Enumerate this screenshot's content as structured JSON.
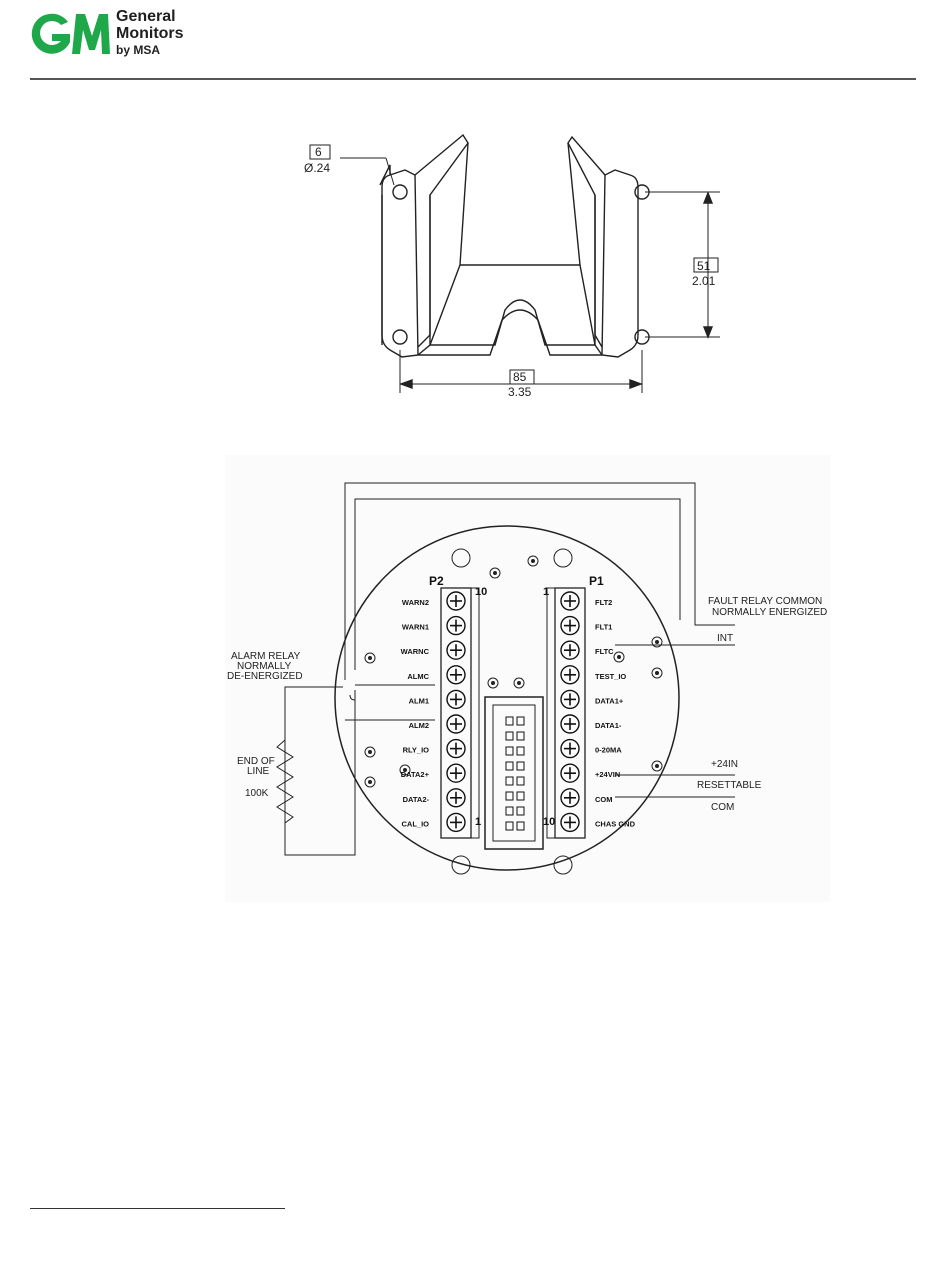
{
  "header": {
    "logo_mark": "GM",
    "brand_line1": "General",
    "brand_line2": "Monitors",
    "brand_line3": "by MSA",
    "brand_color": "#1fa84a"
  },
  "mounting_drawing": {
    "hole_dim_mm": "6",
    "hole_dim_in": "Ø.24",
    "vertical_dim_mm": "51",
    "vertical_dim_in": "2.01",
    "horizontal_dim_mm": "85",
    "horizontal_dim_in": "3.35"
  },
  "wiring": {
    "p2_label": "P2",
    "p1_label": "P1",
    "p2_pin_top": "10",
    "p2_pin_bottom": "1",
    "p1_pin_top": "1",
    "p1_pin_bottom": "10",
    "p2_terminals": [
      "WARN2",
      "WARN1",
      "WARNC",
      "ALMC",
      "ALM1",
      "ALM2",
      "RLY_IO",
      "DATA2+",
      "DATA2-",
      "CAL_IO"
    ],
    "p1_terminals": [
      "FLT2",
      "FLT1",
      "FLTC",
      "TEST_IO",
      "DATA1+",
      "DATA1-",
      "0-20MA",
      "+24VIN",
      "COM",
      "CHAS GND"
    ],
    "fault_relay_line1": "FAULT RELAY COMMON",
    "fault_relay_line2": "NORMALLY ENERGIZED",
    "int_label": "INT",
    "plus24_label": "+24IN",
    "resettable_label": "RESETTABLE",
    "com_label": "COM",
    "alarm_relay_line1": "ALARM RELAY",
    "alarm_relay_line2": "NORMALLY",
    "alarm_relay_line3": "DE-ENERGIZED",
    "eol_line1": "END OF",
    "eol_line2": "LINE",
    "eol_value": "100K"
  }
}
